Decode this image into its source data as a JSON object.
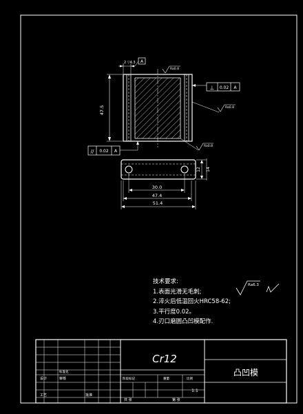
{
  "part_view": {
    "dims": {
      "height": "47.5",
      "d1": "30.0",
      "d2": "47.4",
      "d3": "51.4",
      "side": "12",
      "side2": "14"
    },
    "tolerances": {
      "perp_value": "0.02",
      "perp_datum": "A",
      "par_value": "0.02",
      "par_datum": "A",
      "top_value": "A"
    },
    "roughness": {
      "r1": "Ra0.8",
      "r2": "Ra0.8",
      "r3": "Ra0.8"
    }
  },
  "technical_requirements": {
    "title": "技术要求:",
    "items": [
      "1.表面光滑无毛刺;",
      "2.淬火后低温回火HRC58-62;",
      "3.平行度0.02。",
      "4.刃口磨圆凸凹模配作."
    ],
    "roughness_note": "Ra6.3"
  },
  "title_block": {
    "material": "Cr12",
    "part_name": "凸凹模",
    "scale": "1:1",
    "labels": {
      "l1": "设计",
      "l2": "审核",
      "l3": "工艺",
      "l4": "标准化",
      "l5": "批准",
      "l6": "阶段标记",
      "l7": "重量",
      "l8": "比例",
      "l9": "共 张",
      "l10": "第 张"
    }
  }
}
